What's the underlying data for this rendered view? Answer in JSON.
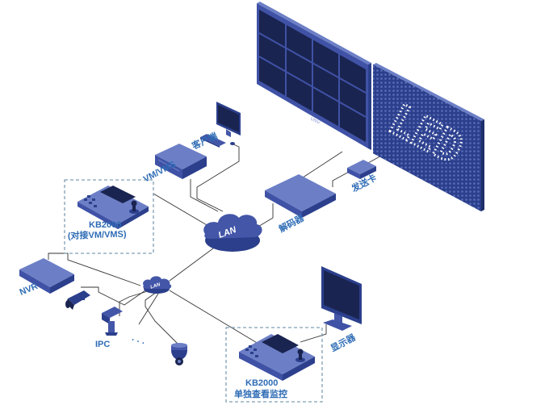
{
  "labels": {
    "client": "客户端",
    "vmvms": "VM/VMS",
    "kb_top_model": "KB2000",
    "kb_top_note": "(对接VM/VMS)",
    "decoder": "解码器",
    "sender_card": "发送卡",
    "lan_main": "LAN",
    "lan_small": "LAN",
    "nvr": "NVR",
    "ipc": "IPC",
    "ellipsis": "· · ·",
    "display": "显示器",
    "kb_bottom_model": "KB2000",
    "kb_bottom_note": "单独查看监控",
    "led_text": "LED",
    "wall_brand": "UNV"
  },
  "colors": {
    "device_dark": "#2b3f8c",
    "device_mid": "#4356a8",
    "device_light": "#6c7fc6",
    "screen": "#1a2450",
    "label": "#2e6cb5",
    "line": "#333333",
    "dashed_box": "#7f9fb5"
  }
}
